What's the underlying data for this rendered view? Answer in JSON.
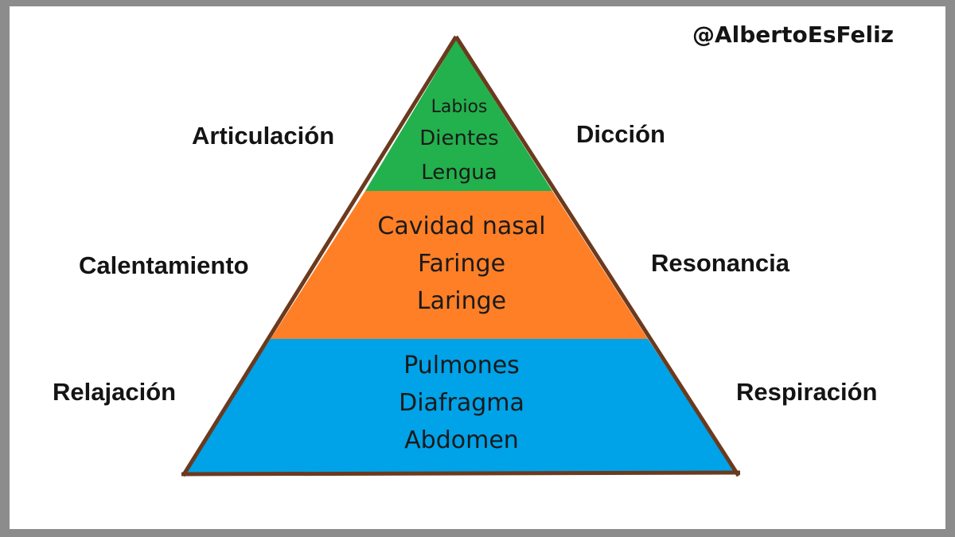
{
  "handle": "@AlbertoEsFeliz",
  "colors": {
    "top_tier": "#22b14c",
    "middle_tier": "#ff7f27",
    "bottom_tier": "#00a2e8",
    "outline": "#6b3a1e"
  },
  "pyramid": {
    "top": {
      "left_label": "Articulación",
      "right_label": "Dicción",
      "items": [
        "Labios",
        "Dientes",
        "Lengua"
      ]
    },
    "middle": {
      "left_label": "Calentamiento",
      "right_label": "Resonancia",
      "items": [
        "Cavidad nasal",
        "Faringe",
        "Laringe"
      ]
    },
    "bottom": {
      "left_label": "Relajación",
      "right_label": "Respiración",
      "items": [
        "Pulmones",
        "Diafragma",
        "Abdomen"
      ]
    }
  }
}
